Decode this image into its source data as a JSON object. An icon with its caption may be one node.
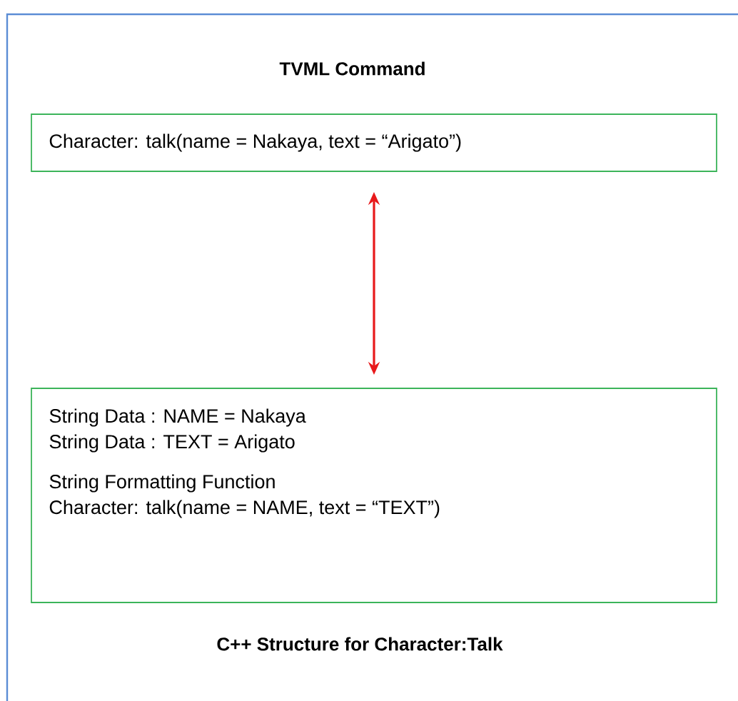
{
  "diagram": {
    "nodes": [
      {
        "text": [
          "TVML Command",
          "Character: talk(name = Nakaya, text = “Arigato”)"
        ]
      },
      {
        "text": [
          "String Data : NAME = Nakaya",
          "String Data : TEXT = Arigato",
          "String Formatting Function",
          "Character: talk(name = NAME, text = “TEXT”)"
        ],
        "beside": [
          "C++ Structure  for Character:Talk"
        ]
      }
    ],
    "edges": [
      {
        "from": 0,
        "to": 1,
        "arrow": "both",
        "color": "#e8191b"
      }
    ]
  }
}
